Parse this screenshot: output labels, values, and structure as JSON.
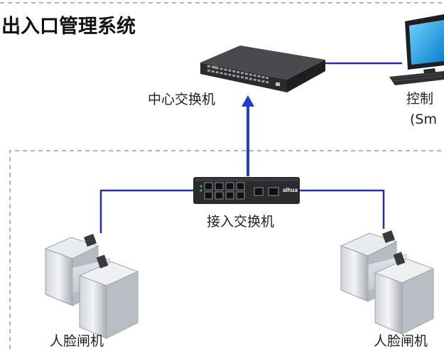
{
  "title": "出入口管理系统",
  "nodes": {
    "core_switch": {
      "label": "中心交换机"
    },
    "access_switch": {
      "label": "接入交换机"
    },
    "control_pc": {
      "label_line1": "控制",
      "label_line2": "(Sm"
    },
    "gate_left": {
      "label": "人脸闸机"
    },
    "gate_right": {
      "label": "人脸闸机"
    }
  },
  "switch_brand": "alhua",
  "colors": {
    "link_line": "#1f2fb8",
    "arrow": "#1f3fd0",
    "dashed_border": "#9a9a9a",
    "switch_body": "#2b2b2e",
    "monitor_screen": "#1aa0e6"
  }
}
